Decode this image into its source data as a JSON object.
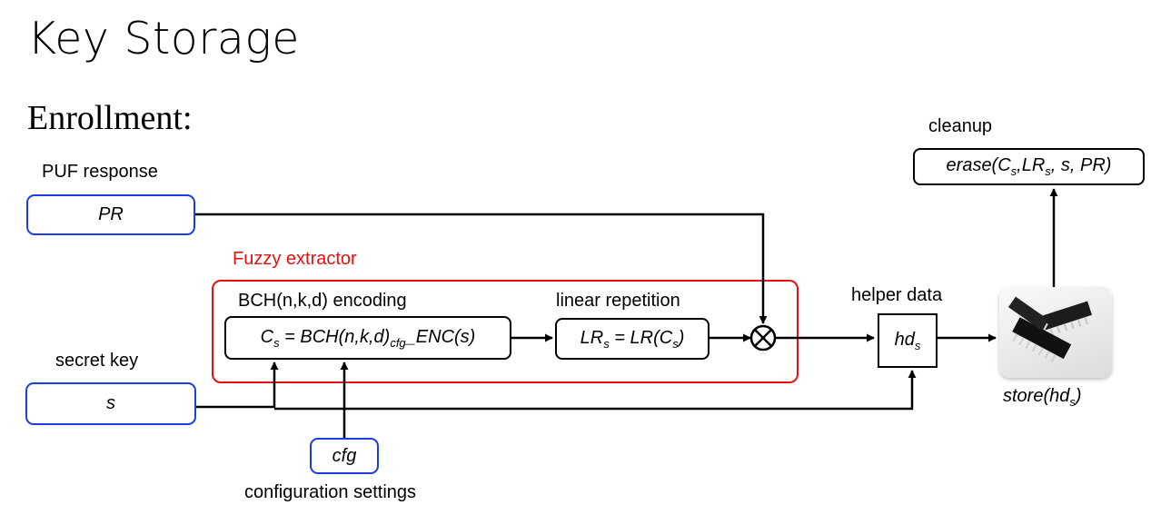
{
  "title": "Key Storage",
  "subtitle": "Enrollment:",
  "labels": {
    "puf_response": "PUF response",
    "fuzzy_extractor": "Fuzzy extractor",
    "bch_encoding": "BCH(n,k,d) encoding",
    "linear_repetition": "linear repetition",
    "helper_data": "helper data",
    "secret_key": "secret key",
    "cleanup": "cleanup",
    "configuration_settings": "configuration settings"
  },
  "boxes": {
    "pr": "PR",
    "s": "s",
    "cfg": "cfg",
    "bch_formula": {
      "c": "C",
      "c_sub": "s",
      "mid": " = BCH(n,k,d)",
      "cfg_sub": "cfg",
      "tail": "_ENC(s)"
    },
    "lr_formula": {
      "lr": "LR",
      "lr_sub": "s",
      "mid": " = LR(C",
      "c_sub": "s",
      "tail": ")"
    },
    "hd": {
      "main": "hd",
      "sub": "s"
    },
    "erase": {
      "head": "erase(C",
      "c_sub": "s",
      "mid": ",LR",
      "lr_sub": "s",
      "tail": ", s, PR)"
    },
    "store": {
      "head": "store(hd",
      "sub": "s",
      "tail": ")"
    }
  },
  "colors": {
    "input_border": "#1a3de6",
    "fuzzy_frame": "#e81010",
    "line": "#000000"
  },
  "icons": {
    "xor": "circled-times-icon",
    "storage": "ic-chip-icon"
  }
}
